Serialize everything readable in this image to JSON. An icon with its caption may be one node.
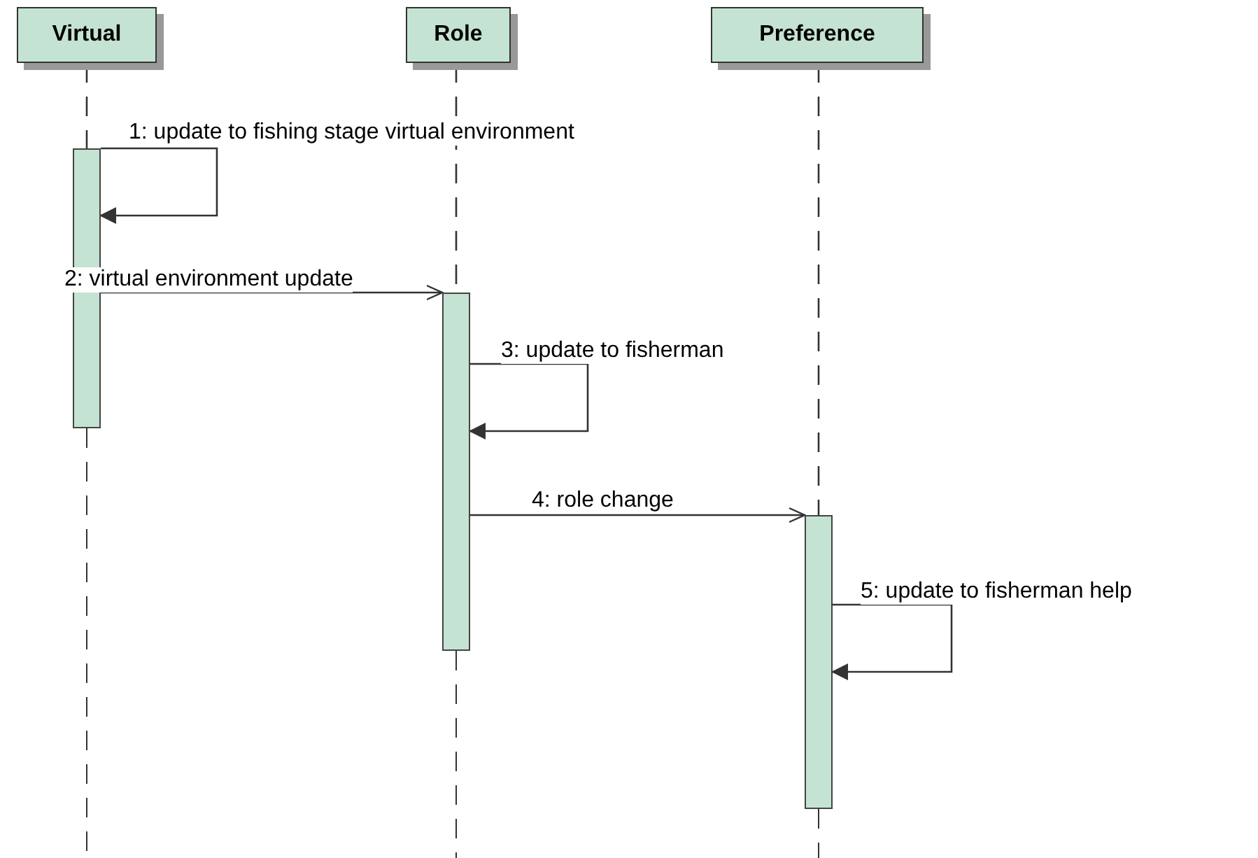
{
  "diagram": {
    "nodes": [
      {
        "text": [
          "Virtual"
        ]
      },
      {
        "text": [
          "Role"
        ]
      },
      {
        "text": [
          "Preference"
        ]
      },
      {
        "text": [],
        "shape": "bar"
      },
      {
        "text": [],
        "shape": "bar"
      },
      {
        "text": [],
        "shape": "bar"
      }
    ],
    "edges": [
      {
        "from": 0,
        "to": 3,
        "arrow": "none",
        "style": "dashed"
      },
      {
        "from": 1,
        "to": 4,
        "arrow": "none",
        "style": "dashed"
      },
      {
        "from": 2,
        "to": 5,
        "arrow": "none",
        "style": "dashed"
      },
      {
        "from": 3,
        "to": 3,
        "arrow": "to",
        "label": "1: update to fishing stage virtual environment"
      },
      {
        "from": 3,
        "to": 4,
        "arrow": "to",
        "label": "2: virtual environment update"
      },
      {
        "from": 4,
        "to": 4,
        "arrow": "to",
        "label": "3: update to fisherman"
      },
      {
        "from": 4,
        "to": 5,
        "arrow": "to",
        "label": "4: role change"
      },
      {
        "from": 5,
        "to": 5,
        "arrow": "to",
        "label": "5: update to fisherman help"
      }
    ]
  }
}
